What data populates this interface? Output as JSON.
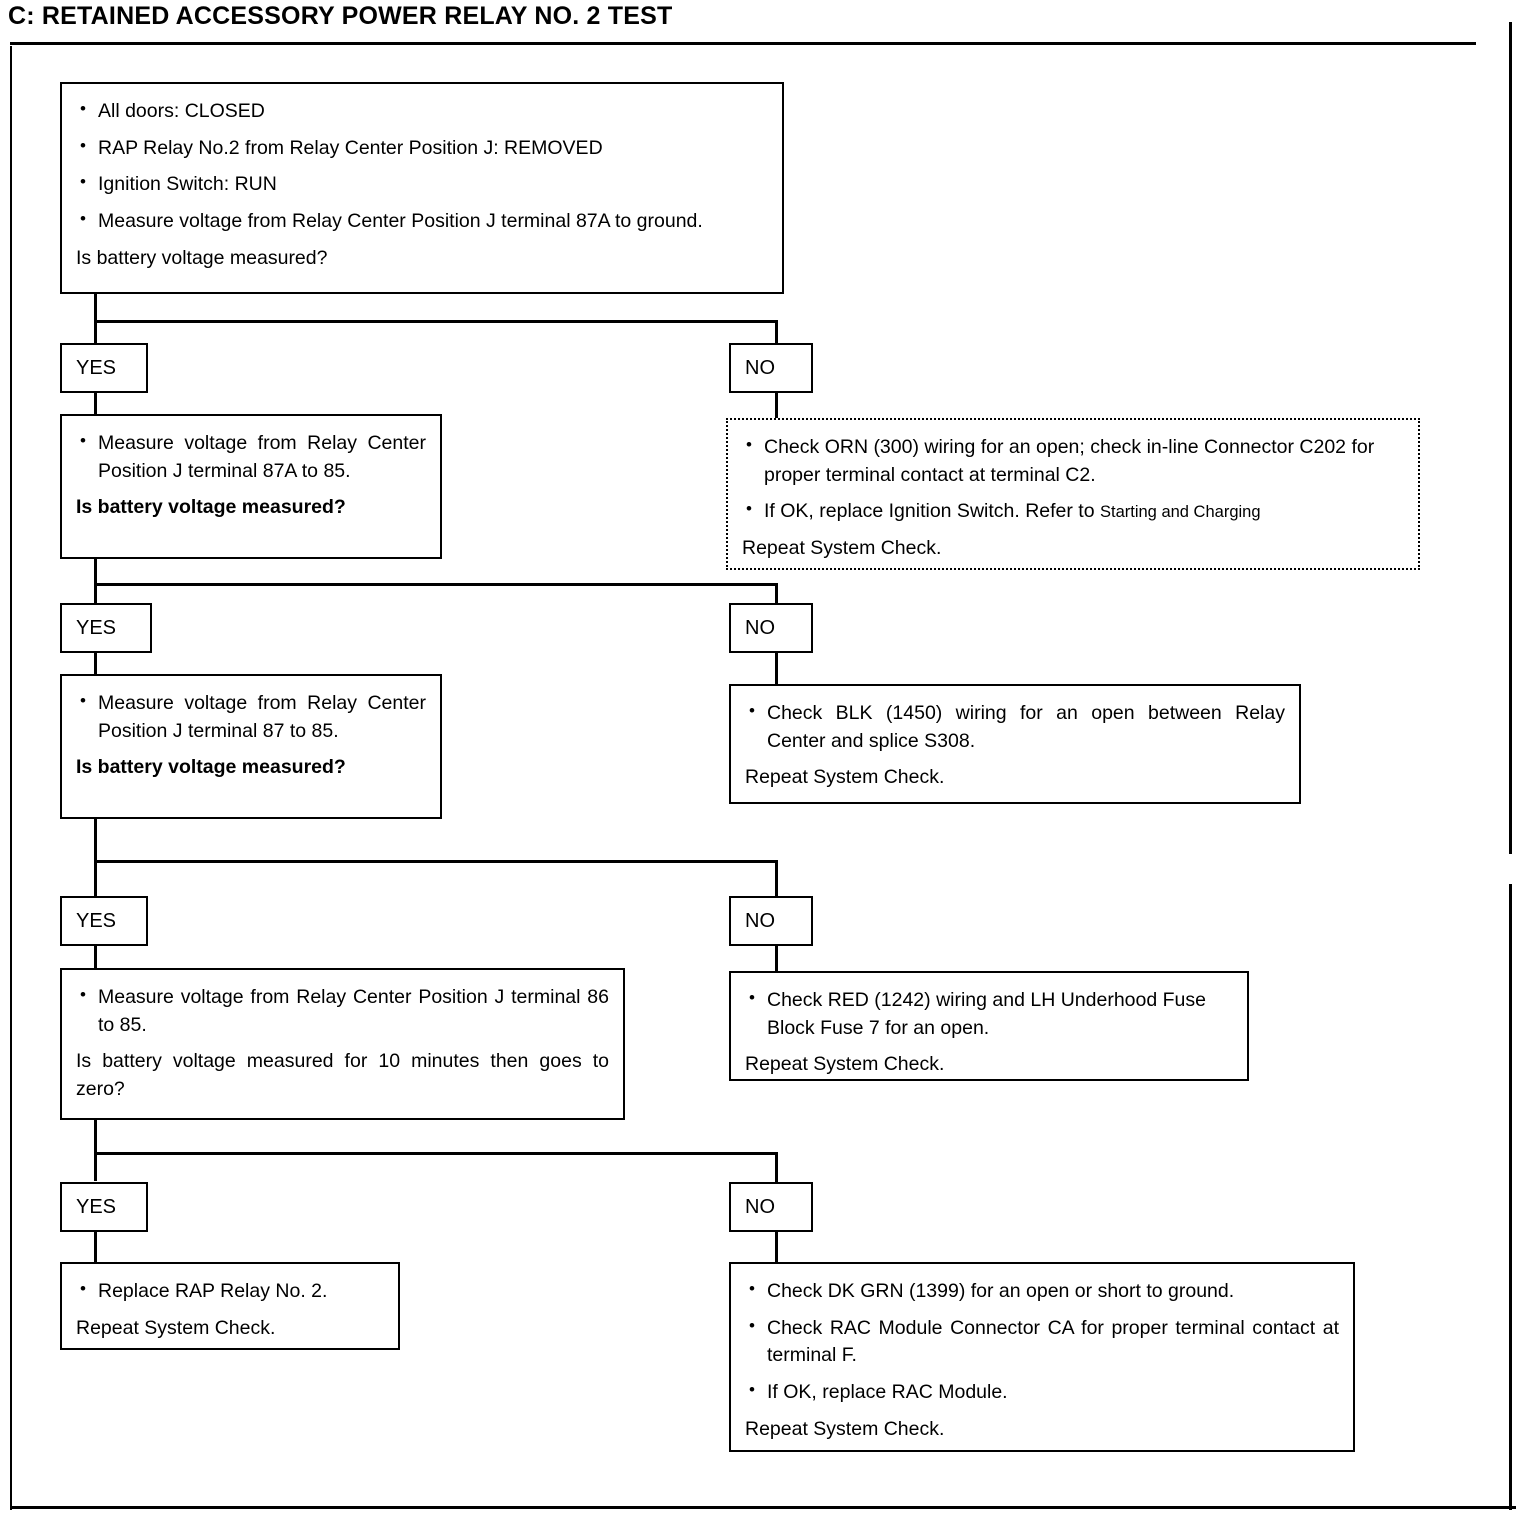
{
  "header": {
    "title": "C:  RETAINED ACCESSORY POWER RELAY NO. 2 TEST"
  },
  "labels": {
    "yes": "YES",
    "no": "NO"
  },
  "steps": [
    {
      "id": "step-1",
      "bullets": [
        "All doors: CLOSED",
        "RAP Relay No.2 from Relay Center Position J:  REMOVED",
        "Ignition Switch:  RUN",
        "Measure voltage from Relay Center Position J terminal 87A to ground."
      ],
      "question": "Is battery voltage measured?"
    },
    {
      "id": "step-2",
      "bullets": [
        "Measure voltage from Relay Center Position J terminal 87A to 85."
      ],
      "question": "Is battery voltage measured?"
    },
    {
      "id": "step-3",
      "bullets": [
        "Measure voltage from Relay Center Position J terminal 87 to 85."
      ],
      "question": "Is battery voltage measured?"
    },
    {
      "id": "step-4",
      "bullets": [
        "Measure voltage from Relay Center Position J terminal 86 to 85."
      ],
      "question": "Is battery voltage measured for 10 minutes then goes to zero?"
    },
    {
      "id": "step-5",
      "bullets": [
        "Replace RAP Relay No. 2."
      ],
      "question": "Repeat System Check."
    }
  ],
  "outcomes": [
    {
      "id": "outcome-1",
      "bullet_1": "Check ORN (300) wiring for an open; check in-line Connector C202 for proper terminal contact at terminal C2.",
      "bullet_2_main": "If OK, replace Ignition Switch. Refer to ",
      "bullet_2_ref": "Starting and Charging",
      "footer": "Repeat System Check."
    },
    {
      "id": "outcome-2",
      "bullets": [
        "Check BLK (1450) wiring for an open between Relay Center and splice S308."
      ],
      "footer": "Repeat System Check."
    },
    {
      "id": "outcome-3",
      "bullets": [
        "Check RED (1242) wiring and LH Underhood Fuse Block Fuse 7 for an open."
      ],
      "footer": "Repeat System Check."
    },
    {
      "id": "outcome-4",
      "bullets": [
        "Check DK GRN (1399) for an open or short to ground.",
        "Check RAC Module Connector CA for proper terminal contact at terminal F.",
        "If OK, replace RAC Module."
      ],
      "footer": "Repeat System Check."
    }
  ]
}
